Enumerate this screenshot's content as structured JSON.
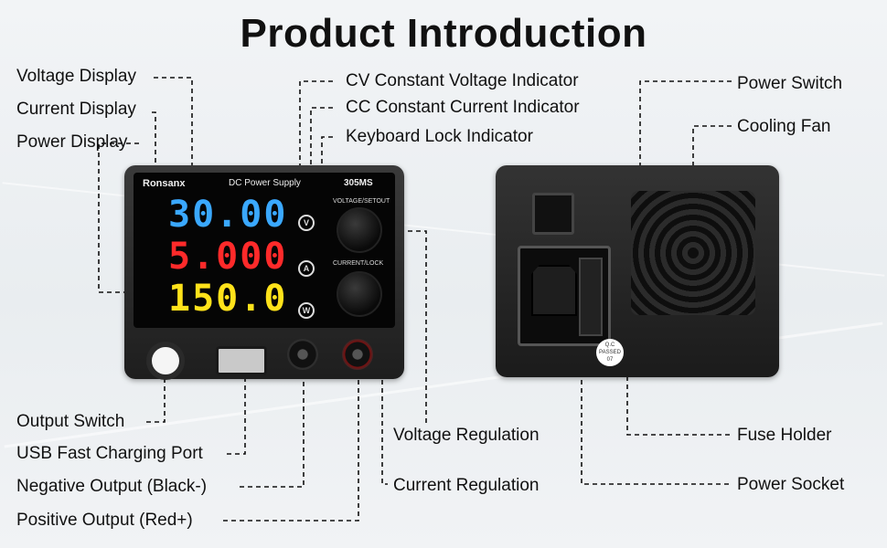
{
  "title": "Product Introduction",
  "device": {
    "brand": "Ronsanx",
    "model_text": "DC Power Supply",
    "model_code": "305MS",
    "readouts": {
      "voltage": "30.00",
      "current": "5.000",
      "power": "150.0"
    },
    "indicators": {
      "v": "V",
      "a": "A",
      "w": "W"
    },
    "knob_labels": {
      "voltage": "VOLTAGE/SETOUT",
      "current": "CURRENT/LOCK"
    },
    "qc_sticker": "Q.C PASSED 07",
    "colors": {
      "voltage": "#3aa8ff",
      "current": "#ff2a2a",
      "power": "#ffe21a"
    }
  },
  "labels": {
    "voltage_display": "Voltage Display",
    "current_display": "Current Display",
    "power_display": "Power Display",
    "cv_indicator": "CV Constant Voltage Indicator",
    "cc_indicator": "CC Constant Current Indicator",
    "lock_indicator": "Keyboard Lock Indicator",
    "output_switch": "Output Switch",
    "usb_port": "USB Fast Charging Port",
    "negative_output": "Negative Output (Black-)",
    "positive_output": "Positive Output (Red+)",
    "voltage_regulation": "Voltage Regulation",
    "current_regulation": "Current Regulation",
    "power_switch": "Power Switch",
    "cooling_fan": "Cooling Fan",
    "fuse_holder": "Fuse Holder",
    "power_socket": "Power Socket"
  }
}
